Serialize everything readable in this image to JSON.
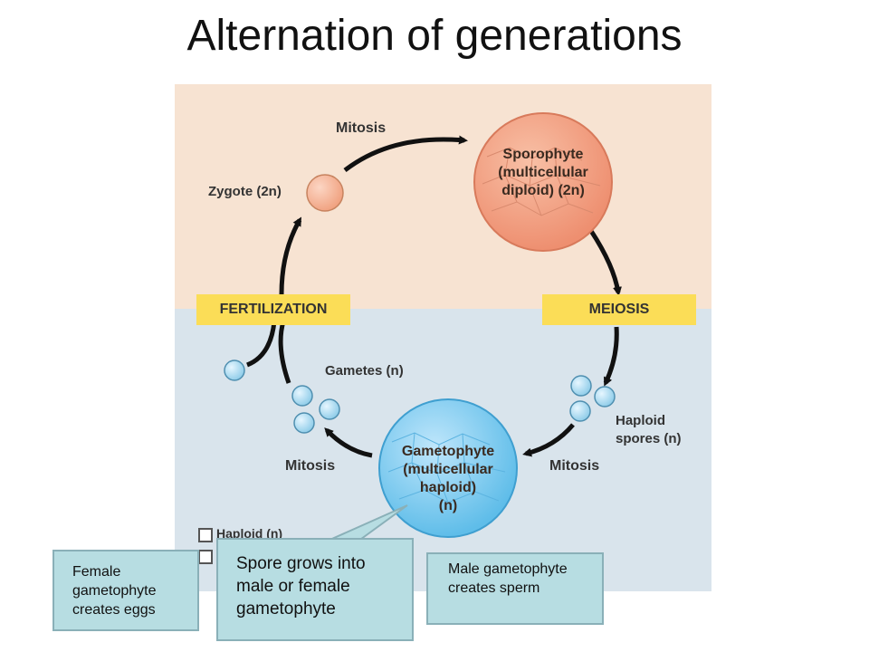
{
  "title": "Alternation of generations",
  "diagram": {
    "mitosis_top": "Mitosis",
    "zygote": "Zygote (2n)",
    "sporophyte": [
      "Sporophyte",
      "(multicellular",
      "diploid) (2n)"
    ],
    "fertilization": "FERTILIZATION",
    "meiosis": "MEIOSIS",
    "gametes": "Gametes (n)",
    "haploid_spores": [
      "Haploid",
      "spores (n)"
    ],
    "mitosis_left": "Mitosis",
    "mitosis_right": "Mitosis",
    "gametophyte": [
      "Gametophyte",
      "(multicellular",
      "haploid)",
      "(n)"
    ],
    "legend_haploid": "Haploid (n)",
    "colors": {
      "diploid_bg": "#f7e3d2",
      "haploid_bg": "#d9e4ec",
      "banner": "#fbdd57",
      "sporophyte_fill": "#f2a184",
      "gametophyte_fill": "#8fd0f2",
      "callout_fill": "#b7dde2"
    }
  },
  "callouts": {
    "center": "Spore grows into male or female gametophyte",
    "left": "Female gametophyte creates eggs",
    "right": "Male gametophyte creates sperm"
  }
}
